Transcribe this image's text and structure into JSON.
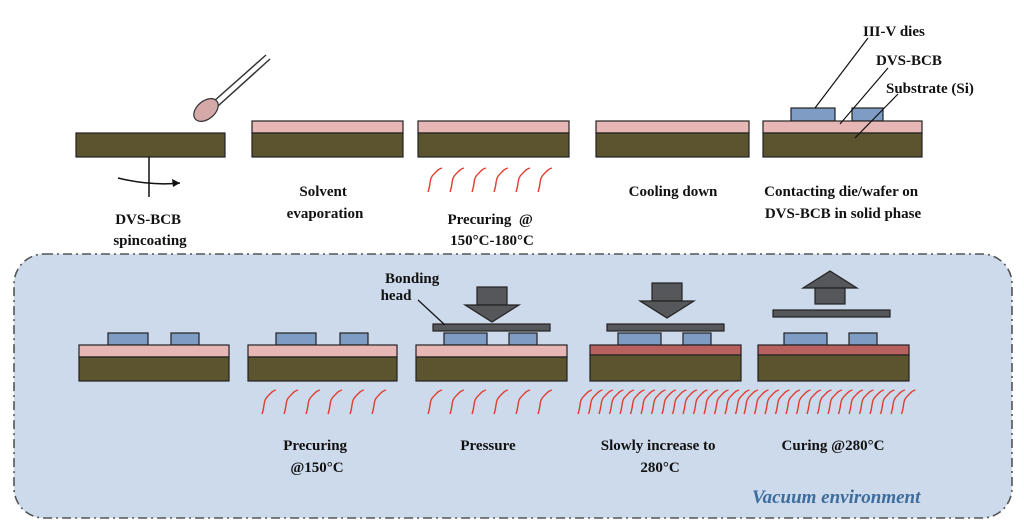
{
  "colors": {
    "substrate": "#5c532f",
    "dvs_bcb": "#e6b7b4",
    "die": "#7e9cc4",
    "heat": "#e23b2e",
    "vacuum_fill": "#ccdaeb",
    "vacuum_border": "#555555",
    "vacuum_text": "#3d6c9d",
    "head": "#55575a"
  },
  "labels": {
    "iii_v_dies": "III-V dies",
    "dvs_bcb": "DVS-BCB",
    "substrate": "Substrate (Si)",
    "bonding_head": [
      "Bonding",
      "head"
    ],
    "vacuum": "Vacuum environment"
  },
  "top_steps": [
    {
      "label": [
        "DVS-BCB",
        "spincoating"
      ]
    },
    {
      "label": [
        "Solvent",
        "evaporation"
      ]
    },
    {
      "label": [
        "Precuring  @",
        "150°C-180°C"
      ]
    },
    {
      "label": [
        "Cooling down"
      ]
    },
    {
      "label": [
        "Contacting die/wafer on",
        "DVS-BCB in solid phase"
      ]
    }
  ],
  "bottom_steps": [
    {
      "label": []
    },
    {
      "label": [
        "Precuring",
        "@150°C"
      ]
    },
    {
      "label": [
        "Pressure"
      ]
    },
    {
      "label": [
        "Slowly increase to",
        "280°C"
      ]
    },
    {
      "label": [
        "Curing @280°C"
      ]
    }
  ]
}
